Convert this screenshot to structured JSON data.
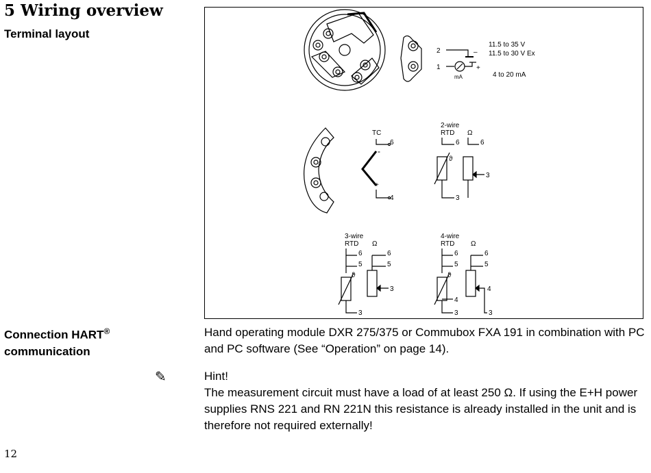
{
  "heading": "5 Wiring overview",
  "sections": {
    "terminal_layout": {
      "title": "Terminal layout"
    },
    "connection": {
      "title_line1": "Connection HART",
      "title_reg": "®",
      "title_line2": "communication",
      "text": "Hand operating module DXR 275/375 or Commubox FXA 191 in combination with PC and PC software (See “Operation” on page 14).",
      "hint_title": "Hint!",
      "hint_text": "The measurement circuit must have a load of at least 250 Ω. If using the E+H power supplies RNS 221 and RN 221N this resistance is already installed in the unit and is therefore not required externally!"
    }
  },
  "diagram": {
    "supply": {
      "t2": "2",
      "t1": "1",
      "minus": "–",
      "plus": "+",
      "meter": "mA",
      "v1": "11.5 to 35 V",
      "v2": "11.5 to 30 V Ex",
      "current": "4 to 20 mA"
    },
    "tc": {
      "title": "TC",
      "minus": "-",
      "plus": "+",
      "t6": "6",
      "t4": "4"
    },
    "rtd2": {
      "title1": "2-wire",
      "title2": "RTD",
      "ohm": "Ω",
      "t6": "6",
      "t3": "3",
      "sym": "ϑ"
    },
    "rtd3": {
      "title1": "3-wire",
      "title2": "RTD",
      "ohm": "Ω",
      "t6": "6",
      "t5": "5",
      "t3": "3",
      "sym": "ϑ"
    },
    "rtd4": {
      "title1": "4-wire",
      "title2": "RTD",
      "ohm": "Ω",
      "t6": "6",
      "t5": "5",
      "t4": "4",
      "t3": "3",
      "sym": "ϑ"
    }
  },
  "page_number": "12"
}
